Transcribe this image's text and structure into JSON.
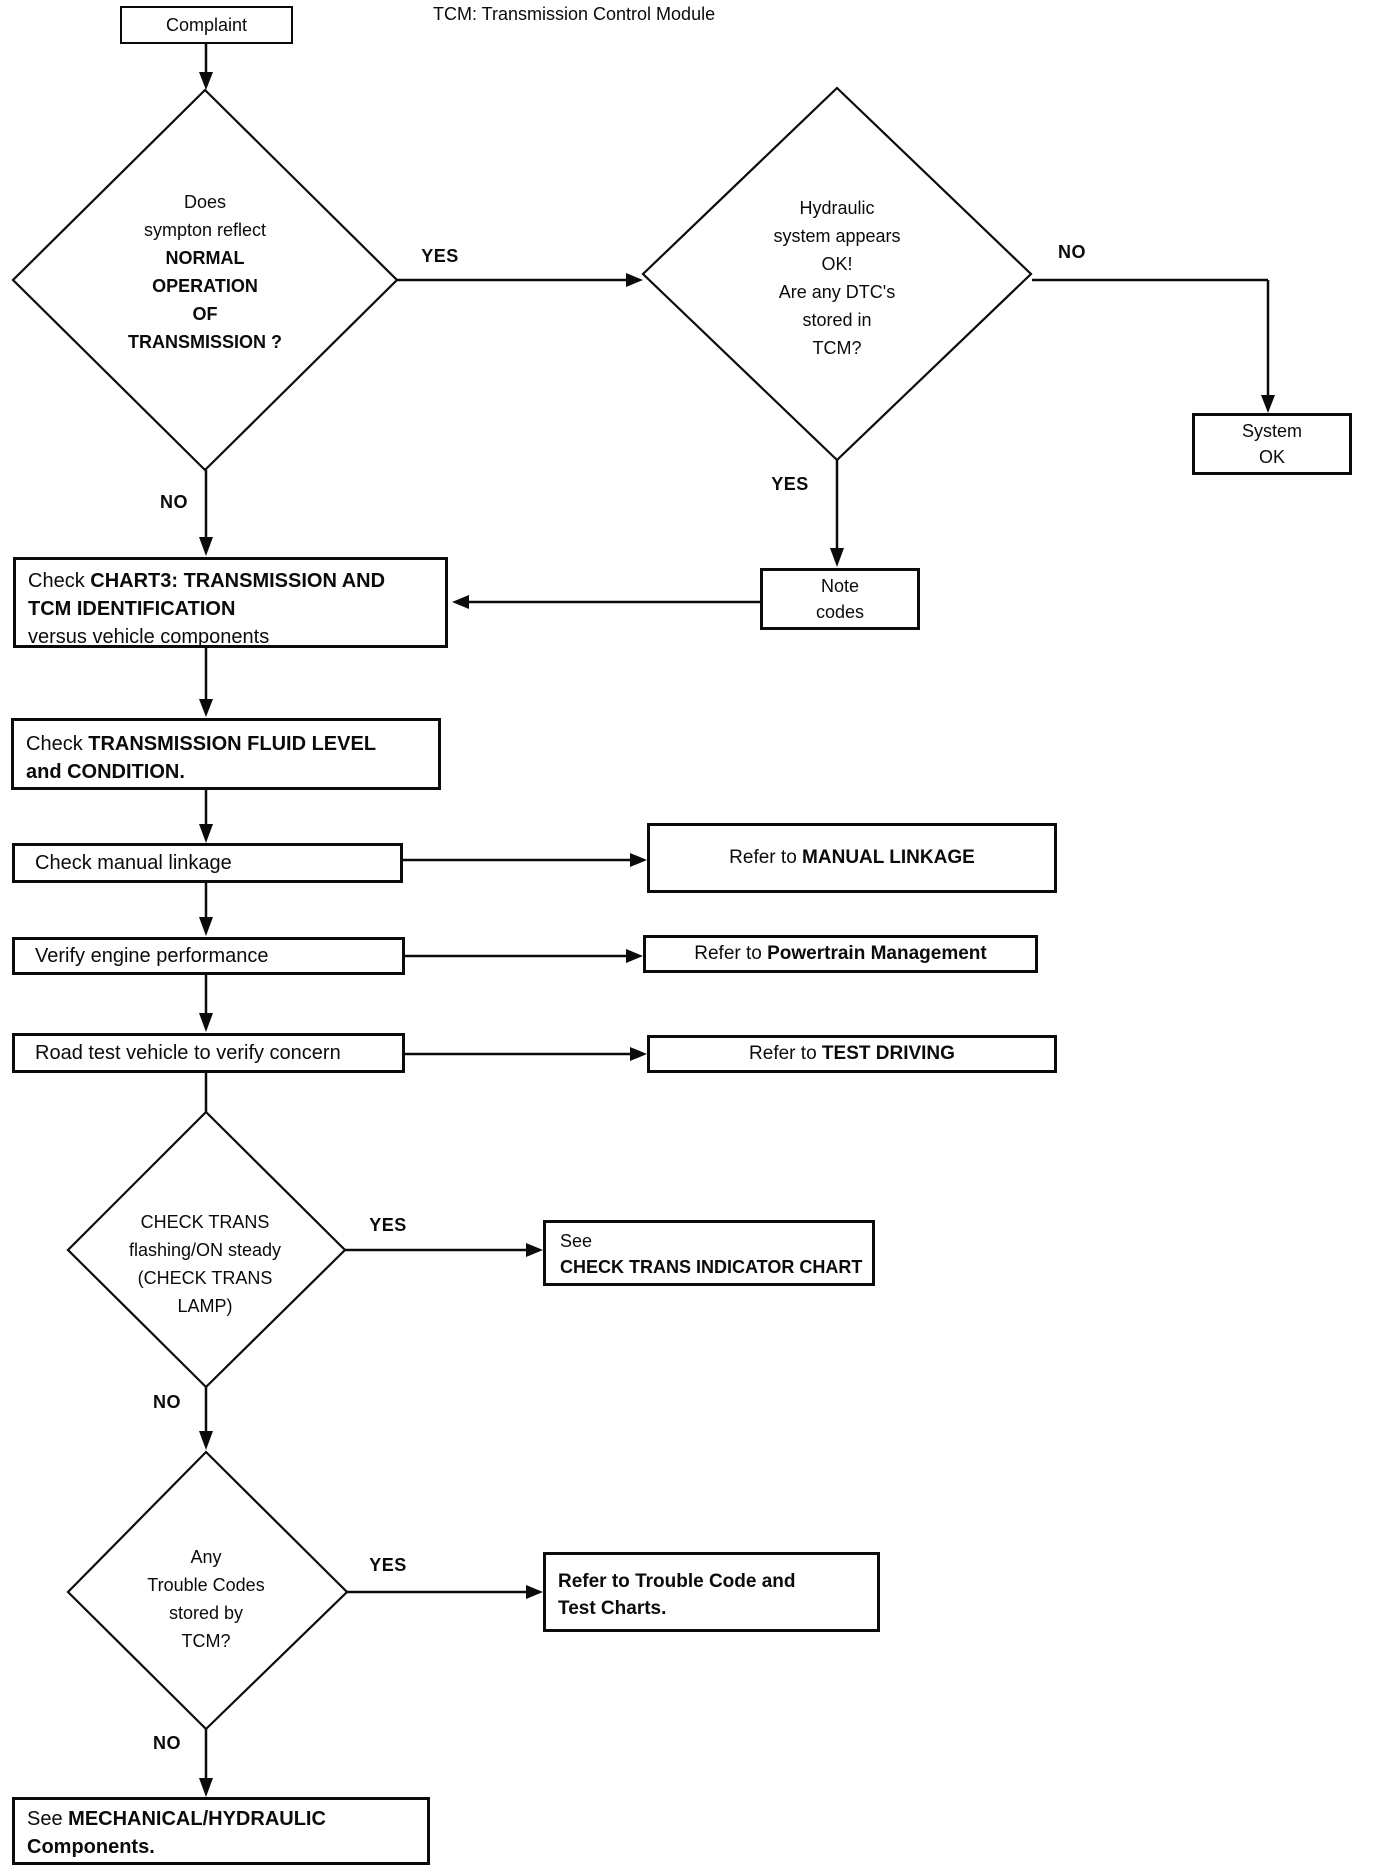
{
  "title": "TCM: Transmission Control Module",
  "edge_labels": {
    "yes1": "YES",
    "no1": "NO",
    "yes2": "YES",
    "no2": "NO",
    "yes3": "YES",
    "no3": "NO",
    "yes4": "YES",
    "no4": "NO"
  },
  "nodes": {
    "complaint": {
      "label": "Complaint"
    },
    "diamond_normal_operation": {
      "lines": [
        "Does",
        "sympton reflect",
        "NORMAL",
        "OPERATION",
        "OF",
        "TRANSMISSION ?"
      ]
    },
    "diamond_hydraulic": {
      "lines": [
        "Hydraulic",
        "system appears",
        "OK!",
        "Are any DTC's",
        "stored in",
        "TCM?"
      ]
    },
    "system_ok": {
      "lines": [
        "System",
        "OK"
      ]
    },
    "note_codes": {
      "lines": [
        "Note",
        "codes"
      ]
    },
    "check_chart3": {
      "prefix": "Check ",
      "bold1": "CHART3: TRANSMISSION AND",
      "bold2": "TCM IDENTIFICATION",
      "normal": "versus vehicle components"
    },
    "check_fluid": {
      "prefix": "Check ",
      "bold1": "TRANSMISSION FLUID LEVEL",
      "bold2": "and CONDITION."
    },
    "check_manual": {
      "label": "Check manual linkage"
    },
    "refer_manual": {
      "prefix": "Refer to ",
      "bold": "MANUAL LINKAGE"
    },
    "verify_engine": {
      "label": "Verify engine performance"
    },
    "refer_powertrain": {
      "prefix": "Refer to ",
      "bold": "Powertrain Management"
    },
    "road_test": {
      "label": "Road test vehicle to verify concern"
    },
    "refer_test_driving": {
      "prefix": "Refer to ",
      "bold": "TEST DRIVING"
    },
    "diamond_check_trans": {
      "lines": [
        "CHECK TRANS",
        "flashing/ON steady",
        "(CHECK TRANS",
        "LAMP)"
      ]
    },
    "see_check_trans": {
      "line1": "See",
      "line2": "CHECK TRANS INDICATOR CHART"
    },
    "diamond_trouble_codes": {
      "lines": [
        "Any",
        "Trouble Codes",
        "stored by",
        "TCM?"
      ]
    },
    "refer_trouble": {
      "line1": "Refer to Trouble Code and",
      "line2": "Test Charts."
    },
    "see_mechanical": {
      "prefix": "See ",
      "bold1": "MECHANICAL/HYDRAULIC",
      "bold2": "Components."
    }
  }
}
